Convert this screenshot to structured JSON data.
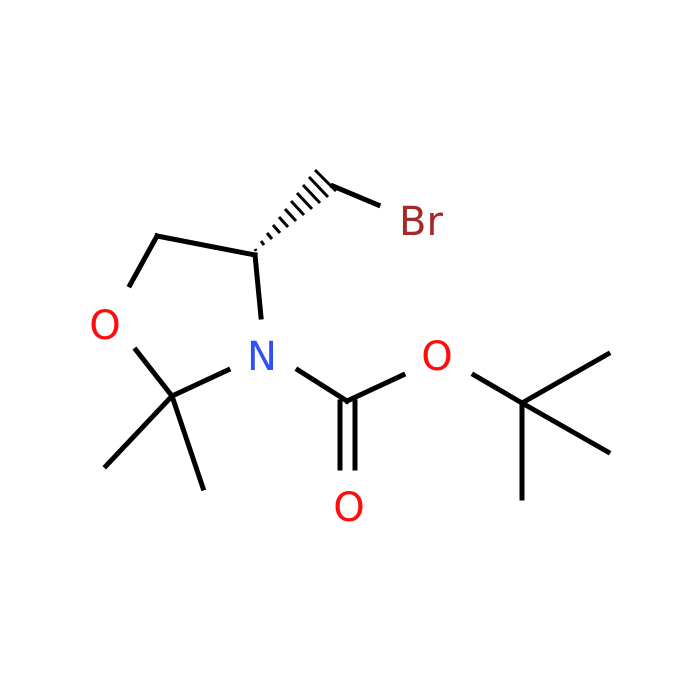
{
  "molecule": {
    "atoms": {
      "ring_oxygen": {
        "symbol": "O"
      },
      "ring_nitrogen": {
        "symbol": "N"
      },
      "ester_oxygen": {
        "symbol": "O"
      },
      "carbonyl_oxygen": {
        "symbol": "O"
      },
      "bromine": {
        "symbol": "Br"
      }
    }
  },
  "colors": {
    "bond": "#000000",
    "oxygen": "#ff0d0d",
    "nitrogen": "#3050f8",
    "bromine": "#a62929",
    "background": "#ffffff"
  }
}
